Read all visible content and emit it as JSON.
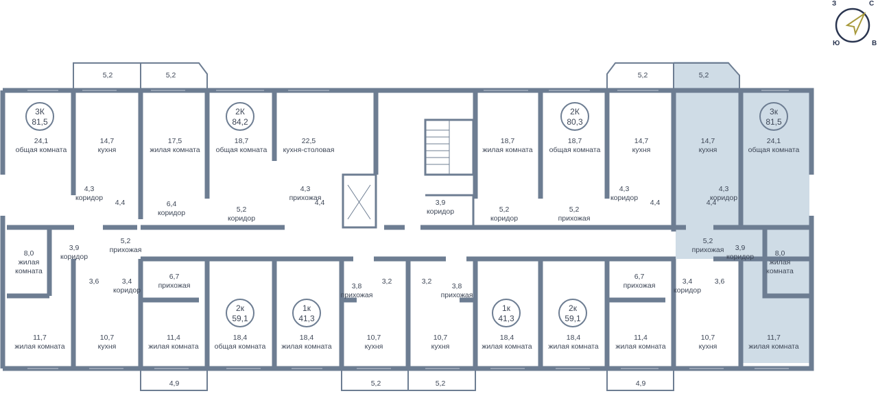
{
  "compass": {
    "west": "З",
    "north": "С",
    "south": "Ю",
    "east": "В"
  },
  "colors": {
    "wall": "#6d7d92",
    "highlight": "#cfdce6",
    "text": "#3d4656",
    "compass_arrow": "#a89a3c"
  },
  "apartments": [
    {
      "type": "3К",
      "total": "81,5"
    },
    {
      "type": "2К",
      "total": "84,2"
    },
    {
      "type": "2К",
      "total": "80,3"
    },
    {
      "type": "3к",
      "total": "81,5",
      "highlighted": true
    },
    {
      "type": "2к",
      "total": "59,1"
    },
    {
      "type": "1к",
      "total": "41,3"
    },
    {
      "type": "1к",
      "total": "41,3"
    },
    {
      "type": "2к",
      "total": "59,1"
    }
  ],
  "rooms": [
    {
      "area": "24,1",
      "name": "общая комната"
    },
    {
      "area": "14,7",
      "name": "кухня"
    },
    {
      "area": "17,5",
      "name": "жилая комната"
    },
    {
      "area": "18,7",
      "name": "общая комната"
    },
    {
      "area": "22,5",
      "name": "кухня-столовая"
    },
    {
      "area": "18,7",
      "name": "жилая комната"
    },
    {
      "area": "18,7",
      "name": "общая комната"
    },
    {
      "area": "14,7",
      "name": "кухня"
    },
    {
      "area": "14,7",
      "name": "кухня"
    },
    {
      "area": "24,1",
      "name": "общая комната"
    },
    {
      "area": "5,2",
      "name": ""
    },
    {
      "area": "5,2",
      "name": ""
    },
    {
      "area": "5,2",
      "name": ""
    },
    {
      "area": "5,2",
      "name": ""
    },
    {
      "area": "4,3",
      "name": "коридор"
    },
    {
      "area": "4,4",
      "name": ""
    },
    {
      "area": "6,4",
      "name": "коридор"
    },
    {
      "area": "5,2",
      "name": "коридор"
    },
    {
      "area": "4,3",
      "name": "прихожая"
    },
    {
      "area": "4,4",
      "name": ""
    },
    {
      "area": "3,9",
      "name": "коридор"
    },
    {
      "area": "5,2",
      "name": "коридор"
    },
    {
      "area": "5,2",
      "name": "прихожая"
    },
    {
      "area": "4,3",
      "name": "коридор"
    },
    {
      "area": "4,4",
      "name": ""
    },
    {
      "area": "4,4",
      "name": ""
    },
    {
      "area": "4,3",
      "name": "коридор"
    },
    {
      "area": "5,2",
      "name": "прихожая"
    },
    {
      "area": "3,9",
      "name": "коридор"
    },
    {
      "area": "8,0",
      "name": "жилая комната"
    },
    {
      "area": "5,2",
      "name": "прихожая"
    },
    {
      "area": "3,9",
      "name": "коридор"
    },
    {
      "area": "8,0",
      "name": "жилая комната"
    },
    {
      "area": "3,6",
      "name": ""
    },
    {
      "area": "3,4",
      "name": "коридор"
    },
    {
      "area": "6,7",
      "name": "прихожая"
    },
    {
      "area": "3,8",
      "name": "прихожая"
    },
    {
      "area": "3,2",
      "name": ""
    },
    {
      "area": "3,2",
      "name": ""
    },
    {
      "area": "3,8",
      "name": "прихожая"
    },
    {
      "area": "6,7",
      "name": "прихожая"
    },
    {
      "area": "3,4",
      "name": "коридор"
    },
    {
      "area": "3,6",
      "name": ""
    },
    {
      "area": "11,7",
      "name": "жилая комната"
    },
    {
      "area": "10,7",
      "name": "кухня"
    },
    {
      "area": "11,4",
      "name": "жилая комната"
    },
    {
      "area": "18,4",
      "name": "общая комната"
    },
    {
      "area": "18,4",
      "name": "жилая комната"
    },
    {
      "area": "10,7",
      "name": "кухня"
    },
    {
      "area": "10,7",
      "name": "кухня"
    },
    {
      "area": "18,4",
      "name": "жилая комната"
    },
    {
      "area": "18,4",
      "name": "жилая комната"
    },
    {
      "area": "11,4",
      "name": "жилая комната"
    },
    {
      "area": "10,7",
      "name": "кухня"
    },
    {
      "area": "11,7",
      "name": "жилая комната"
    },
    {
      "area": "4,9",
      "name": ""
    },
    {
      "area": "5,2",
      "name": ""
    },
    {
      "area": "5,2",
      "name": ""
    },
    {
      "area": "4,9",
      "name": ""
    }
  ]
}
